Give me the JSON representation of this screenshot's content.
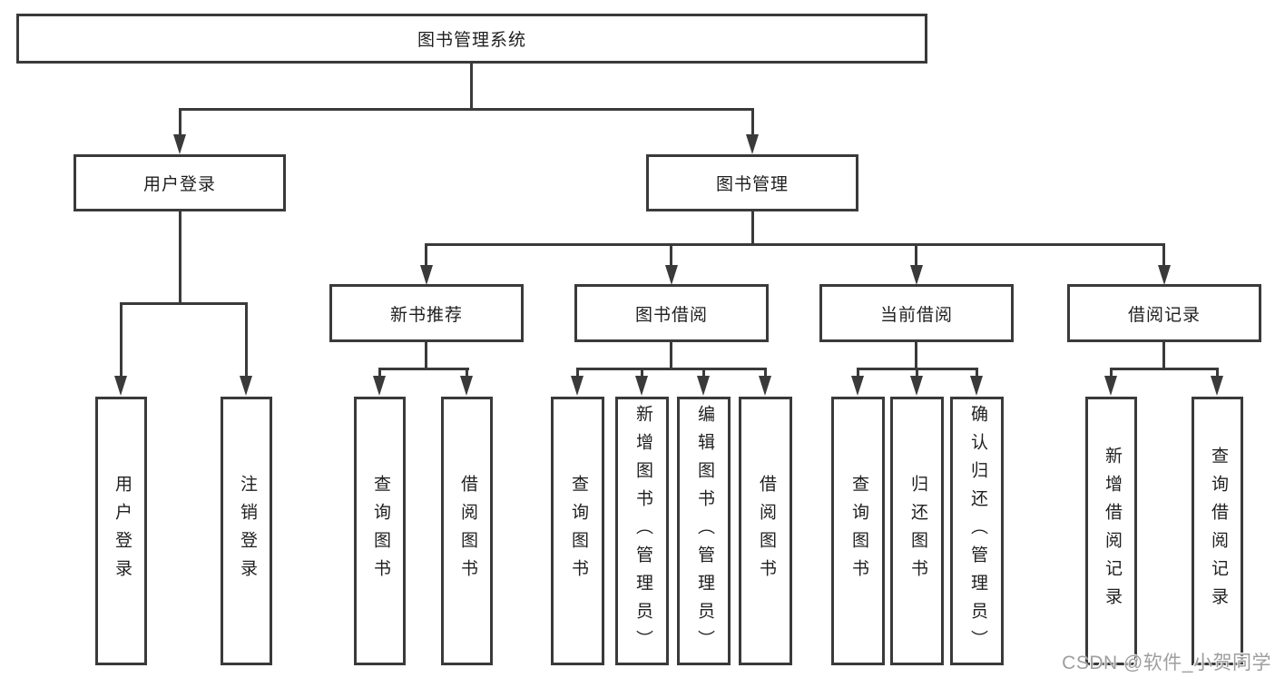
{
  "diagram": {
    "title_node": "图书管理系统",
    "colors": {
      "line": "#3a3a3a",
      "box_background": "#ffffff",
      "text": "#1f1f1f",
      "watermark": "#9e9e9e"
    },
    "tree": {
      "root": {
        "label": "图书管理系统",
        "children": [
          {
            "label": "用户登录",
            "children": [
              {
                "label": "用户登录"
              },
              {
                "label": "注销登录"
              }
            ]
          },
          {
            "label": "图书管理",
            "children": [
              {
                "label": "新书推荐",
                "children": [
                  {
                    "label": "查询图书"
                  },
                  {
                    "label": "借阅图书"
                  }
                ]
              },
              {
                "label": "图书借阅",
                "children": [
                  {
                    "label": "查询图书"
                  },
                  {
                    "label": "新增图书（管理员）"
                  },
                  {
                    "label": "编辑图书（管理员）"
                  },
                  {
                    "label": "借阅图书"
                  }
                ]
              },
              {
                "label": "当前借阅",
                "children": [
                  {
                    "label": "查询图书"
                  },
                  {
                    "label": "归还图书"
                  },
                  {
                    "label": "确认归还（管理员）"
                  }
                ]
              },
              {
                "label": "借阅记录",
                "children": [
                  {
                    "label": "新增借阅记录"
                  },
                  {
                    "label": "查询借阅记录"
                  }
                ]
              }
            ]
          }
        ]
      }
    }
  },
  "watermark": {
    "text": "CSDN @软件_小贺同学"
  }
}
